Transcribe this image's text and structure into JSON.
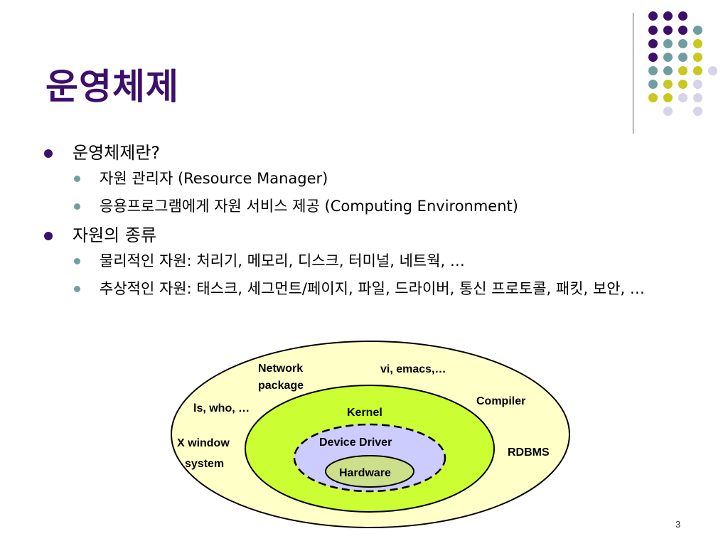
{
  "title": "운영체제",
  "colors": {
    "title": "#3d0f6b",
    "dot_purple": "#3d0f6b",
    "dot_teal": "#6f9ea0",
    "dot_yellow": "#c8c81e",
    "dot_lavender": "#d6d4e6",
    "outer_fill": "#ffffc8",
    "kernel_fill": "#ccff33",
    "driver_fill": "#ccccff",
    "hardware_fill": "#cce08c"
  },
  "bullets": [
    {
      "text": "운영체제란?",
      "children": [
        "자원 관리자 (Resource Manager)",
        "응용프로그램에게 자원 서비스 제공 (Computing Environment)"
      ]
    },
    {
      "text": "자원의 종류",
      "children": [
        "물리적인 자원: 처리기, 메모리, 디스크, 터미널, 네트웍, …",
        "추상적인 자원: 태스크, 세그먼트/페이지, 파일, 드라이버, 통신 프로토콜, 패킷, 보안, …"
      ]
    }
  ],
  "diagram": {
    "outer_labels": {
      "network_line1": "Network",
      "network_line2": "package",
      "vi": "vi, emacs,…",
      "ls": "ls, who, …",
      "compiler": "Compiler",
      "xwindow_line1": "X window",
      "xwindow_line2": "system",
      "rdbms": "RDBMS"
    },
    "kernel": "Kernel",
    "device_driver": "Device Driver",
    "hardware": "Hardware"
  },
  "page_number": "3"
}
